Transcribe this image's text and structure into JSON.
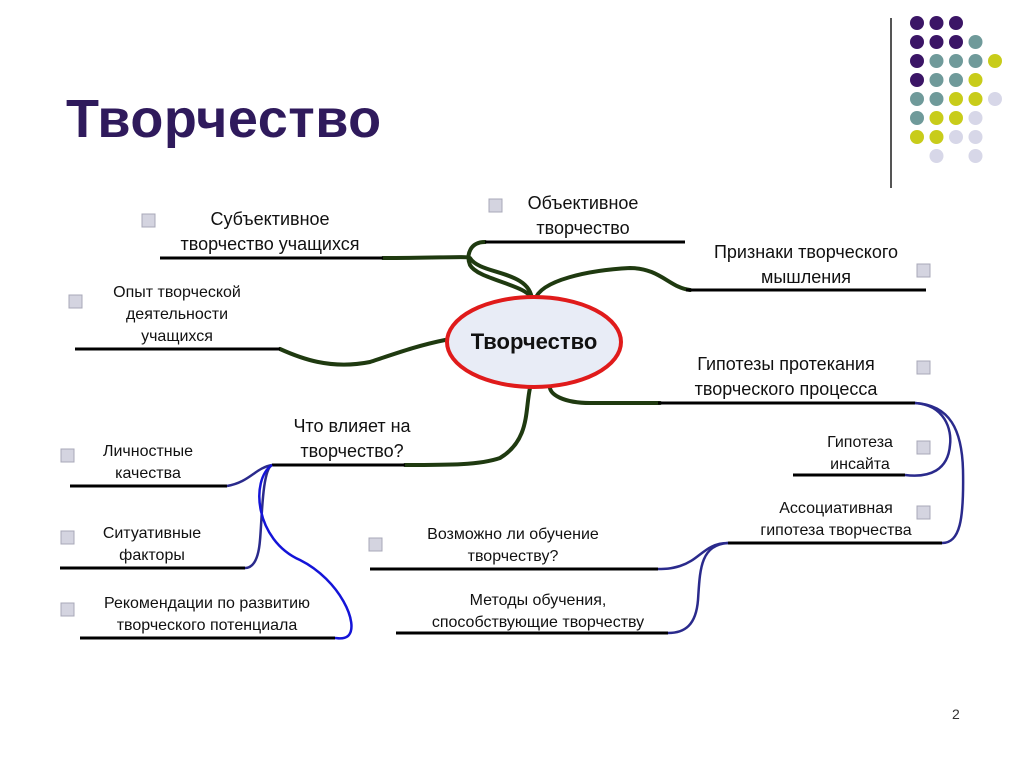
{
  "slide": {
    "title": "Творчество",
    "page_number": "2"
  },
  "colors": {
    "title": "#2f1a5c",
    "dark_branch": "#1f3a10",
    "blue_branch": "#2a2a8c",
    "bright_blue": "#1414d8",
    "node_fill": "#e8ecf6",
    "node_stroke": "#e01b1b",
    "bullet": "#d4d4e0",
    "dot_purple": "#3b1566",
    "dot_teal": "#6f9a9a",
    "dot_yellow": "#c8cc1a",
    "dot_lavender": "#d7d7e8"
  },
  "mindmap": {
    "center": "Творчество",
    "nodes": {
      "subjective": [
        "Субъективное",
        "творчество учащихся"
      ],
      "objective": [
        "Объективное",
        "творчество"
      ],
      "signs": [
        "Признаки творческого",
        "мышления"
      ],
      "experience": [
        "Опыт творческой",
        "деятельности",
        "учащихся"
      ],
      "hypotheses": [
        "Гипотезы протекания",
        "творческого процесса"
      ],
      "insight": [
        "Гипотеза",
        "инсайта"
      ],
      "associative": [
        "Ассоциативная",
        "гипотеза творчества"
      ],
      "influence": [
        "Что влияет на",
        "творчество?"
      ],
      "personal": [
        "Личностные",
        "качества"
      ],
      "situational": [
        "Ситуативные",
        "факторы"
      ],
      "recommendations": [
        "Рекомендации по развитию",
        "творческого потенциала"
      ],
      "learning": [
        "Возможно ли обучение",
        "творчеству?"
      ],
      "methods": [
        "Методы обучения,",
        "способствующие творчеству"
      ]
    }
  }
}
